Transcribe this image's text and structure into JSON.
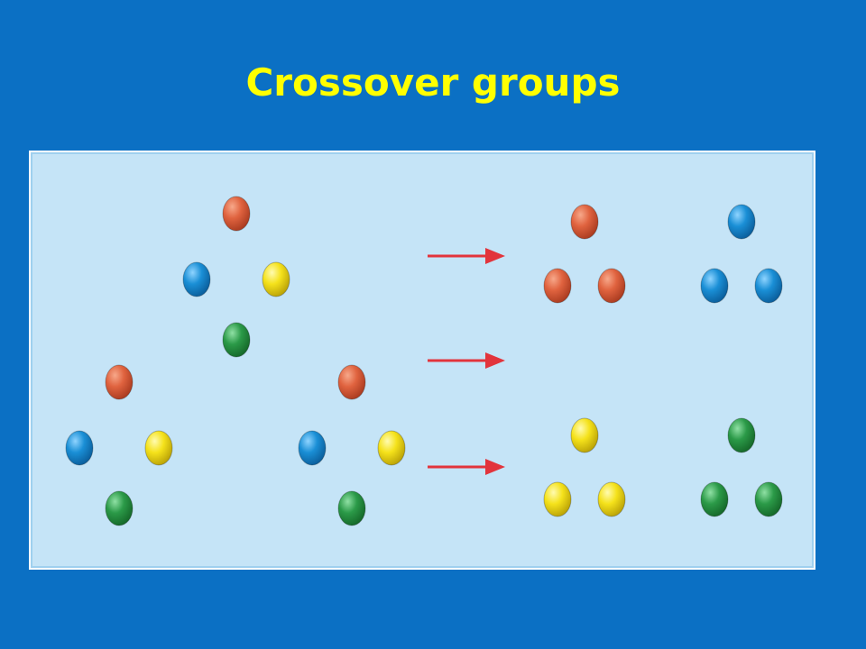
{
  "slide": {
    "title": "Crossover groups"
  },
  "colors": {
    "background": "#0b70c4",
    "title": "#ffff00",
    "panel": "#c5e4f7",
    "arrow": "#e2343c",
    "ball_red": "#e0633f",
    "ball_blue": "#1a8fd6",
    "ball_yellow": "#f5e21b",
    "ball_green": "#2b9a48"
  },
  "diagram": {
    "source_groups": [
      {
        "name": "top",
        "balls": [
          "red",
          "blue",
          "yellow",
          "green"
        ]
      },
      {
        "name": "bottom-left",
        "balls": [
          "red",
          "blue",
          "yellow",
          "green"
        ]
      },
      {
        "name": "bottom-right",
        "balls": [
          "red",
          "blue",
          "yellow",
          "green"
        ]
      }
    ],
    "arrows": 3,
    "result_groups": [
      {
        "name": "all-red",
        "balls": [
          "red",
          "red",
          "red"
        ]
      },
      {
        "name": "all-blue",
        "balls": [
          "blue",
          "blue",
          "blue"
        ]
      },
      {
        "name": "all-yellow",
        "balls": [
          "yellow",
          "yellow",
          "yellow"
        ]
      },
      {
        "name": "all-green",
        "balls": [
          "green",
          "green",
          "green"
        ]
      }
    ]
  }
}
